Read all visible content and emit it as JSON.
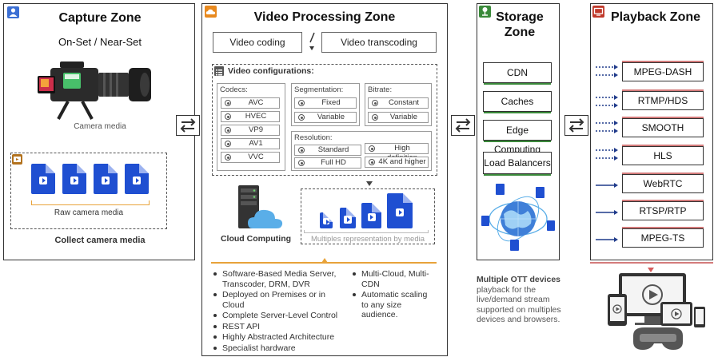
{
  "colors": {
    "capture_badge": "#3b6fd4",
    "processing_badge": "#e8891e",
    "storage_badge": "#3a8a3a",
    "playback_badge": "#c0392b",
    "media_blue": "#1f4fd1",
    "accent_orange": "#e8a33a",
    "cloud_blue": "#5aaee8"
  },
  "capture": {
    "title": "Capture Zone",
    "subtitle": "On-Set / Near-Set",
    "camera_label": "Camera media",
    "raw_label": "Raw camera media",
    "footer": "Collect camera media"
  },
  "processing": {
    "title": "Video Processing Zone",
    "coding": "Video coding",
    "transcoding": "Video transcoding",
    "config_title": "Video configurations:",
    "codecs": {
      "title": "Codecs:",
      "items": [
        "AVC",
        "HVEC",
        "VP9",
        "AV1",
        "VVC"
      ]
    },
    "segmentation": {
      "title": "Segmentation:",
      "items": [
        "Fixed",
        "Variable"
      ]
    },
    "bitrate": {
      "title": "Bitrate:",
      "items": [
        "Constant",
        "Variable"
      ]
    },
    "resolution": {
      "title": "Resolution:",
      "items": [
        "Standard",
        "High definition",
        "Full HD",
        "4K and higher"
      ]
    },
    "cloud_label": "Cloud Computing",
    "multiples_label": "Multiples representation by media",
    "bullets_left": [
      "Software-Based Media Server, Transcoder, DRM, DVR",
      "Deployed on Premises or in Cloud",
      "Complete Server-Level Control",
      "REST API",
      "Highly Abstracted Architecture",
      "Specialist hardware"
    ],
    "bullets_right": [
      "Multi-Cloud, Multi-CDN",
      "Automatic scaling to any size audience."
    ]
  },
  "storage": {
    "title": "Storage Zone",
    "items": [
      "CDN",
      "Caches",
      "Edge Computing",
      "Load Balancers"
    ],
    "ott_bold": "Multiple OTT devices",
    "ott_text": "playback for the live/demand stream supported on multiples devices and browsers."
  },
  "playback": {
    "title": "Playback Zone",
    "protocols": [
      "MPEG-DASH",
      "RTMP/HDS",
      "SMOOTH",
      "HLS",
      "WebRTC",
      "RTSP/RTP",
      "MPEG-TS"
    ]
  }
}
